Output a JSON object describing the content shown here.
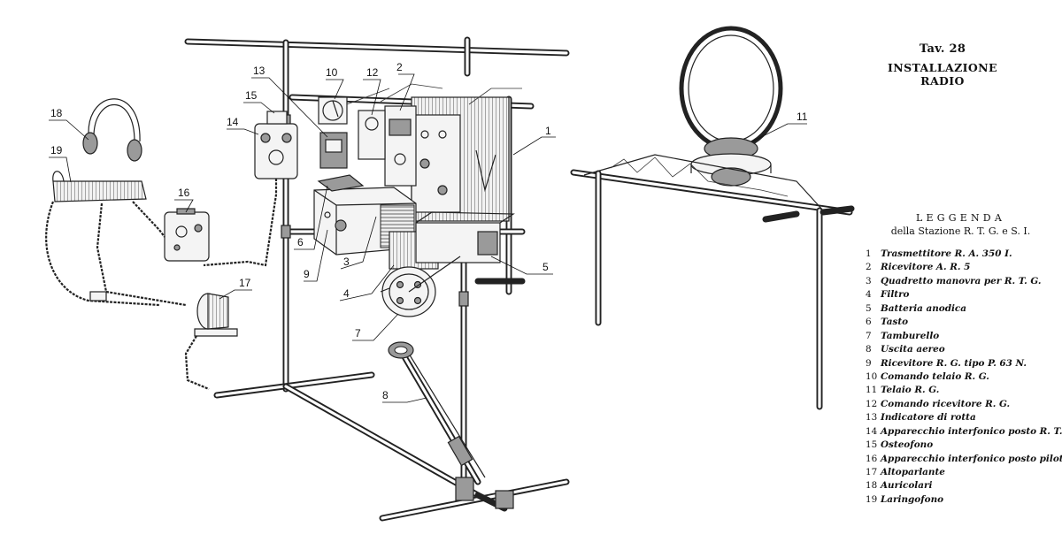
{
  "header": {
    "plate_number": "Tav. 28",
    "plate_title": "INSTALLAZIONE RADIO"
  },
  "legend": {
    "heading": "LEGGENDA",
    "subtitle": "della Stazione R. T. G. e S. I.",
    "items": [
      {
        "num": "1",
        "label": "Trasmettitore R. A. 350 I."
      },
      {
        "num": "2",
        "label": "Ricevitore A. R. 5"
      },
      {
        "num": "3",
        "label": "Quadretto manovra per R. T. G."
      },
      {
        "num": "4",
        "label": "Filtro"
      },
      {
        "num": "5",
        "label": "Batteria anodica"
      },
      {
        "num": "6",
        "label": "Tasto"
      },
      {
        "num": "7",
        "label": "Tamburello"
      },
      {
        "num": "8",
        "label": "Uscita aereo"
      },
      {
        "num": "9",
        "label": "Ricevitore R. G. tipo P. 63 N."
      },
      {
        "num": "10",
        "label": "Comando telaio R. G."
      },
      {
        "num": "11",
        "label": "Telaio R. G."
      },
      {
        "num": "12",
        "label": "Comando ricevitore R. G."
      },
      {
        "num": "13",
        "label": "Indicatore di rotta"
      },
      {
        "num": "14",
        "label": "Apparecchio interfonico posto R. T."
      },
      {
        "num": "15",
        "label": "Osteofono"
      },
      {
        "num": "16",
        "label": "Apparecchio interfonico posto piloti"
      },
      {
        "num": "17",
        "label": "Altoparlante"
      },
      {
        "num": "18",
        "label": "Auricolari"
      },
      {
        "num": "19",
        "label": "Laringofono"
      }
    ]
  },
  "callouts": {
    "n1": "1",
    "n2": "2",
    "n3": "3",
    "n4": "4",
    "n5": "5",
    "n6": "6",
    "n7": "7",
    "n8": "8",
    "n9": "9",
    "n10": "10",
    "n11": "11",
    "n12": "12",
    "n13": "13",
    "n14": "14",
    "n15": "15",
    "n16": "16",
    "n17": "17",
    "n18": "18",
    "n19": "19"
  }
}
